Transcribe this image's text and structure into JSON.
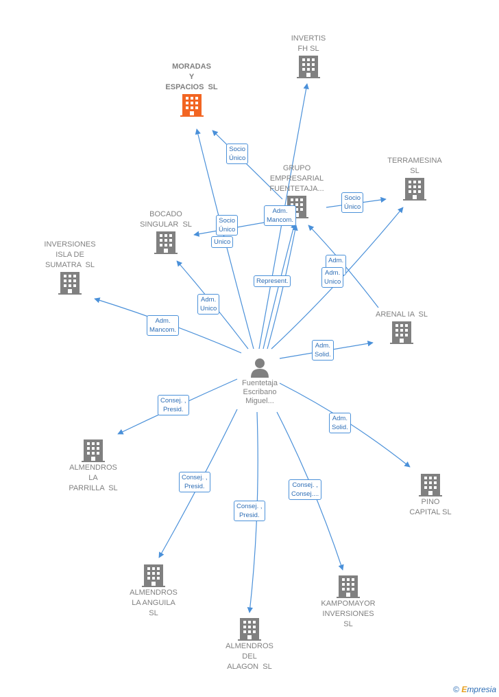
{
  "colors": {
    "accent": "#4a90d9",
    "highlight": "#f26522",
    "node": "#808080"
  },
  "person": {
    "name": "Fuentetaja\nEscribano\nMiguel...",
    "icon": "person-icon"
  },
  "companies": {
    "moradas": "MORADAS\nY\nESPACIOS  SL",
    "invertis": "INVERTIS\nFH SL",
    "grupo": "GRUPO\nEMPRESARIAL\nFUENTETAJA...",
    "terramesina": "TERRAMESINA\nSL",
    "bocado": "BOCADO\nSINGULAR  SL",
    "isla": "INVERSIONES\nISLA DE\nSUMATRA  SL",
    "arenal": "ARENAL IA  SL",
    "parrilla": "ALMENDROS\nLA\nPARRILLA  SL",
    "pino": "PINO\nCAPITAL SL",
    "anguila": "ALMENDROS\nLA ANGUILA\nSL",
    "alagon": "ALMENDROS\nDEL\nALAGON  SL",
    "kampomayor": "KAMPOMAYOR\nINVERSIONES\nSL"
  },
  "edge_labels": {
    "socio_unico_1": "Socio\nÚnico",
    "socio_unico_2": "Socio\nÚnico",
    "socio_unico_3": "Socio\nÚnico",
    "unico": "Unico",
    "adm_mancom_grupo": "Adm.\nMancom.",
    "represent": "Represent.",
    "adm_unico_grupo": "Adm.\n...",
    "adm_unico_terra": "Adm.\nUnico",
    "adm_unico_bocado": "Adm.\nUnico",
    "adm_mancom_isla": "Adm.\nMancom.",
    "adm_solid_arenal": "Adm.\nSolid.",
    "consej_parrilla": "Consej. ,\nPresid.",
    "adm_solid_pino": "Adm.\nSolid.",
    "consej_anguila": "Consej. ,\nPresid.",
    "consej_alagon": "Consej. ,\nPresid.",
    "consej_kampo": "Consej. ,\nConsej...."
  },
  "brand": {
    "copyright": "©",
    "e": "E",
    "rest": "mpresia"
  }
}
